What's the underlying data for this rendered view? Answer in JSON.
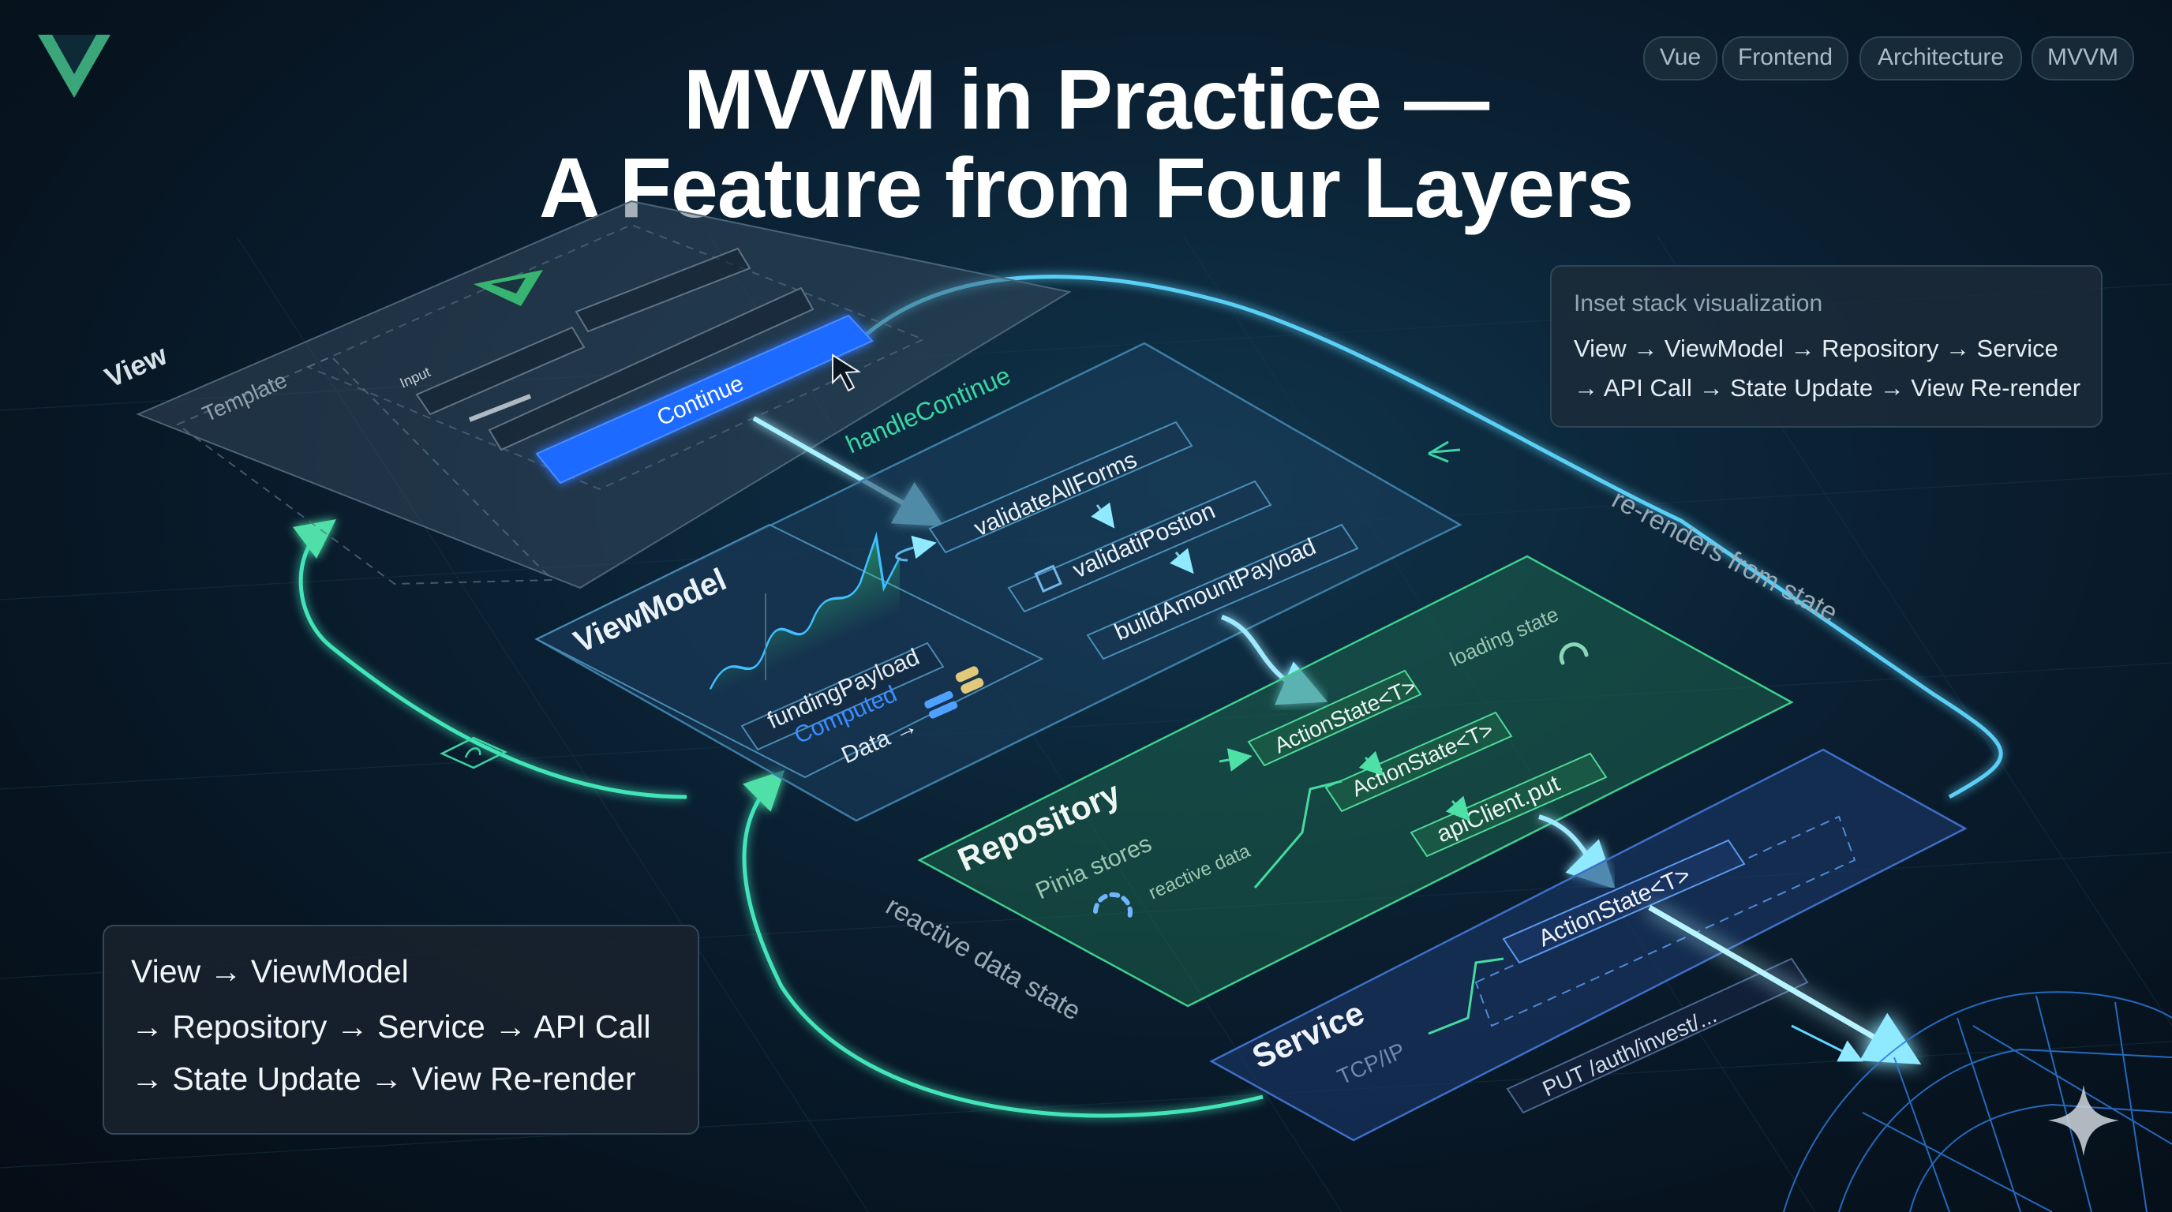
{
  "title": {
    "line1": "MVVM in Practice —",
    "line2": "A Feature from Four Layers"
  },
  "tags": [
    "Vue",
    "Frontend",
    "Architecture",
    "MVVM"
  ],
  "inset": {
    "title": "Inset stack visualization",
    "line1": "View → ViewModel → Repository → Service",
    "line2": "→ API Call → State Update → View Re-render"
  },
  "legend": {
    "line1": "View → ViewModel",
    "line2": "→ Repository → Service → API Call",
    "line3": "→ State Update → View Re-render"
  },
  "layers": {
    "view": {
      "label": "View",
      "template": "Template",
      "input": "Input",
      "button": "Continue"
    },
    "viewmodel": {
      "label": "ViewModel",
      "handler": "handleContinue",
      "steps": [
        "validateAllForms",
        "validatiPostion",
        "buildAmountPayload"
      ],
      "computed_name": "fundingPayload",
      "computed_label": "Computed",
      "data_label": "Data →"
    },
    "repository": {
      "label": "Repository",
      "sublabel": "Pinia stores",
      "reactive": "reactive data",
      "loading": "loading state",
      "steps": [
        "ActionState<T>",
        "ActionState<T>",
        "apiClient.put"
      ]
    },
    "service": {
      "label": "Service",
      "protocol": "TCP/IP",
      "action": "ActionState<T>",
      "endpoint": "PUT  /auth/invest/..."
    }
  },
  "flows": {
    "rerender": "re-renders from state",
    "reactive_state": "reactive data state"
  },
  "colors": {
    "accent_green": "#42d392",
    "accent_blue": "#1f6bff",
    "glow_cyan": "#5fd8ff",
    "teal": "#3bd6b0"
  },
  "icons": [
    "vue-logo-icon",
    "cursor-icon",
    "loading-spinner-icon",
    "sparkle-icon",
    "database-icon"
  ]
}
